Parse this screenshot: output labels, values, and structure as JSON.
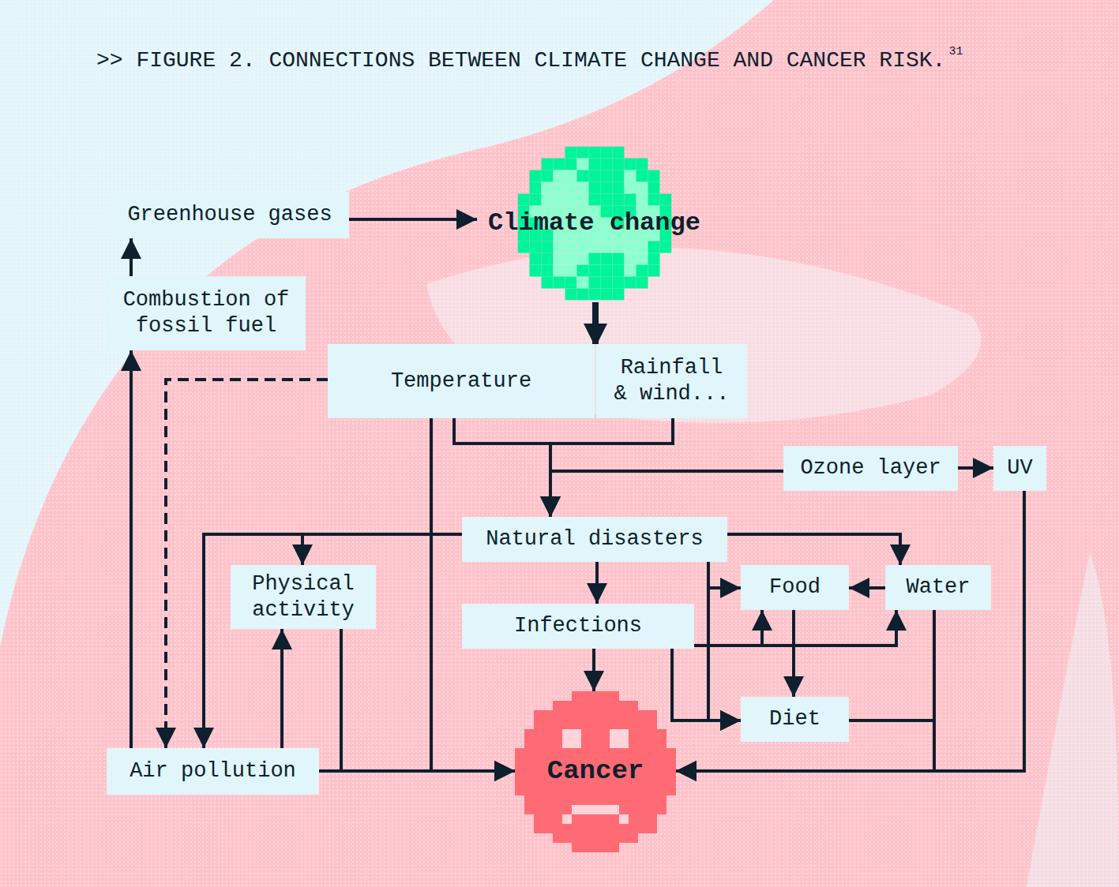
{
  "diagram": {
    "title": ">> FIGURE 2. CONNECTIONS BETWEEN CLIMATE CHANGE AND CANCER RISK.",
    "nodes": [
      {
        "text": [
          "Greenhouse gases"
        ]
      },
      {
        "text": [
          "Climate change"
        ]
      },
      {
        "text": [
          "Combustion of fossil fuel"
        ]
      },
      {
        "text": [
          "Temperature"
        ]
      },
      {
        "text": [
          "Rainfall & wind..."
        ]
      },
      {
        "text": [
          "Ozone layer"
        ]
      },
      {
        "text": [
          "UV"
        ]
      },
      {
        "text": [
          "Natural disasters"
        ]
      },
      {
        "text": [
          "Physical activity"
        ]
      },
      {
        "text": [
          "Food"
        ]
      },
      {
        "text": [
          "Water"
        ]
      },
      {
        "text": [
          "Infections"
        ]
      },
      {
        "text": [
          "Diet"
        ]
      },
      {
        "text": [
          "Air pollution"
        ]
      },
      {
        "text": [
          "Cancer"
        ]
      }
    ],
    "edges": [
      {
        "from": 0,
        "to": 1,
        "arrow": "to"
      },
      {
        "from": 2,
        "to": 0,
        "arrow": "to"
      },
      {
        "from": 13,
        "to": 2,
        "arrow": "to"
      },
      {
        "from": 1,
        "to": 3,
        "arrow": "to"
      },
      {
        "from": 1,
        "to": 4,
        "arrow": "to"
      },
      {
        "from": 3,
        "to": 13,
        "arrow": "to"
      },
      {
        "from": 3,
        "to": 14,
        "arrow": "to"
      },
      {
        "from": 3,
        "to": 7,
        "arrow": "to"
      },
      {
        "from": 4,
        "to": 7,
        "arrow": "to"
      },
      {
        "from": 5,
        "to": 7,
        "arrow": "to"
      },
      {
        "from": 5,
        "to": 6,
        "arrow": "to"
      },
      {
        "from": 6,
        "to": 14,
        "arrow": "to"
      },
      {
        "from": 7,
        "to": 8,
        "arrow": "to"
      },
      {
        "from": 7,
        "to": 13,
        "arrow": "to"
      },
      {
        "from": 7,
        "to": 11,
        "arrow": "to"
      },
      {
        "from": 7,
        "to": 10,
        "arrow": "to"
      },
      {
        "from": 7,
        "to": 9,
        "arrow": "to"
      },
      {
        "from": 7,
        "to": 12,
        "arrow": "to"
      },
      {
        "from": 11,
        "to": 12,
        "arrow": "to"
      },
      {
        "from": 11,
        "to": 9,
        "arrow": "to"
      },
      {
        "from": 11,
        "to": 10,
        "arrow": "to"
      },
      {
        "from": 10,
        "to": 9,
        "arrow": "to"
      },
      {
        "from": 9,
        "to": 12,
        "arrow": "to"
      },
      {
        "from": 10,
        "to": 14,
        "arrow": "to"
      },
      {
        "from": 12,
        "to": 14,
        "arrow": "to"
      },
      {
        "from": 11,
        "to": 14,
        "arrow": "to"
      },
      {
        "from": 13,
        "to": 8,
        "arrow": "to"
      },
      {
        "from": 8,
        "to": 14,
        "arrow": "to"
      },
      {
        "from": 13,
        "to": 14,
        "arrow": "to"
      }
    ],
    "labels": [
      "31"
    ]
  }
}
